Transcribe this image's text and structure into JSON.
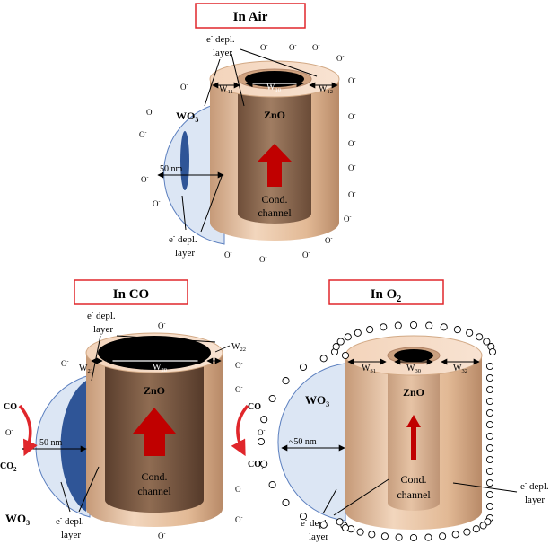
{
  "panels": {
    "air": {
      "title": "In Air",
      "wo3": "WO",
      "wo3_sub": "3",
      "zno": "ZnO",
      "size": "50 nm",
      "cond1": "Cond.",
      "cond2": "channel",
      "depl_top_a": "e",
      "depl_top_sup": "-",
      "depl_top_b": " depl.",
      "depl_top_c": "layer",
      "depl_bot_a": "e",
      "depl_bot_sup": "-",
      "depl_bot_b": " depl.",
      "depl_bot_c": "layer",
      "w_left": "W",
      "w_left_sub": "11",
      "w_mid": "W",
      "w_mid_sub": "10",
      "w_right": "W",
      "w_right_sub": "12",
      "oxygen": "O",
      "oxygen_sup": "-"
    },
    "co": {
      "title": "In CO",
      "wo3": "WO",
      "wo3_sub": "3",
      "zno": "ZnO",
      "size": "50 nm",
      "cond1": "Cond.",
      "cond2": "channel",
      "depl_top_a": "e",
      "depl_top_sup": "-",
      "depl_top_b": " depl.",
      "depl_top_c": "layer",
      "depl_bot_a": "e",
      "depl_bot_sup": "-",
      "depl_bot_b": " depl.",
      "depl_bot_c": "layer",
      "w_left": "W",
      "w_left_sub": "21",
      "w_mid": "W",
      "w_mid_sub": "20",
      "w_right": "W",
      "w_right_sub": "22",
      "co": "CO",
      "co2": "CO",
      "co2_sub": "2",
      "o": "O",
      "o_sup": "-",
      "oxygen": "O",
      "oxygen_sup": "-"
    },
    "o2": {
      "title": "In O",
      "title_sub": "2",
      "wo3": "WO",
      "wo3_sub": "3",
      "zno": "ZnO",
      "size": "~50 nm",
      "cond1": "Cond.",
      "cond2": "channel",
      "depl_left_a": "e",
      "depl_left_sup": "-",
      "depl_left_b": " depl.",
      "depl_left_c": "layer",
      "depl_right_a": "e",
      "depl_right_sup": "-",
      "depl_right_b": " depl.",
      "depl_right_c": "layer",
      "w_left": "W",
      "w_left_sub": "31",
      "w_mid": "W",
      "w_mid_sub": "30",
      "w_right": "W",
      "w_right_sub": "32"
    }
  },
  "colors": {
    "title_border": "#e0262b",
    "wo3_fill": "#dce6f4",
    "wo3_depletion": "#2f5597",
    "zno_outer": "#e8c4a6",
    "zno_inner": "#8a6a52",
    "arrow": "#c00000"
  }
}
